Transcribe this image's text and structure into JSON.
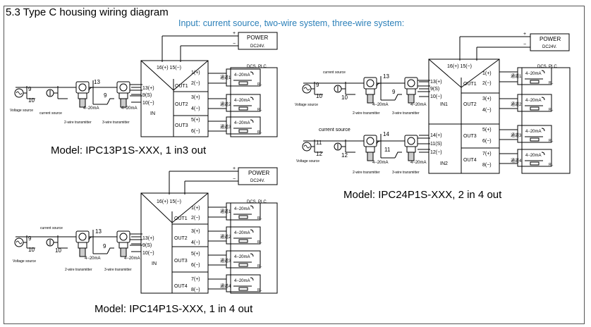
{
  "heading": "5.3 Type C housing wiring diagram",
  "subtitle": "Input: current source, two-wire system, three-wire system:",
  "colors": {
    "subtitle": "#2a7fb8",
    "line": "#000000"
  },
  "common": {
    "power": "POWER",
    "dc24": "DC24V.",
    "supply": "16(+) 15(−)",
    "dcs": "DCS. PLC",
    "range": "4−20mA",
    "rl": "RL",
    "voltage_source": "Voltage source",
    "current_source": "current source",
    "two_wire": "2-wire transmitter",
    "three_wire": "3-wire transmitter",
    "in": "IN",
    "in1": "IN1",
    "in2": "IN2",
    "ch1": "通道1",
    "ch2": "通道2",
    "ch3": "通道3",
    "ch4": "通道4",
    "out1": "OUT1",
    "out2": "OUT2",
    "out3": "OUT3",
    "out4": "OUT4",
    "t1": "1(+)",
    "t2": "2(−)",
    "t3": "3(+)",
    "t4": "4(−)",
    "t5": "5(+)",
    "t6": "6(−)",
    "t7": "7(+)",
    "t8": "8(−)",
    "t13": "13(+)",
    "t9": "9(S)",
    "t10": "10(−)",
    "t14": "14(+)",
    "t11": "11(S)",
    "t12": "12(−)",
    "n13": "13",
    "n9": "9",
    "n10": "10",
    "n14": "14",
    "n11": "11",
    "n12": "12"
  },
  "models": {
    "m1": "Model: IPC13P1S-XXX, 1 in3 out",
    "m2": "Model: IPC24P1S-XXX, 2 in 4 out",
    "m3": "Model: IPC14P1S-XXX, 1 in 4 out"
  }
}
